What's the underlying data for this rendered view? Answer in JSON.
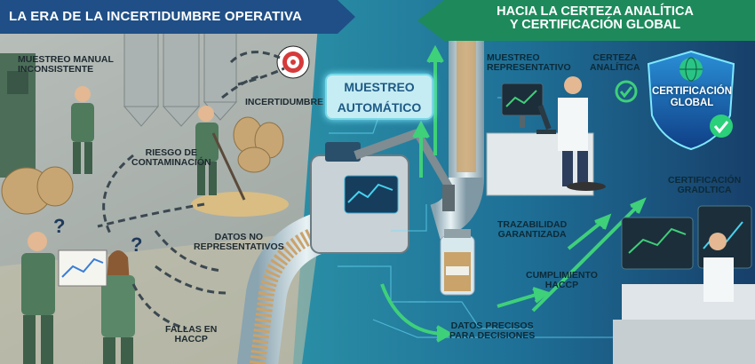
{
  "header": {
    "left_title": "LA ERA DE LA INCERTIDUMBRE OPERATIVA",
    "right_title_line1": "HACIA LA CERTEZA ANALÍTICA",
    "right_title_line2": "Y CERTIFICACIÓN GLOBAL"
  },
  "left_labels": {
    "muestreo_manual_1": "MUESTREO MANUAL",
    "muestreo_manual_2": "INCONSISTENTE",
    "incertidumbre": "INCERTIDUMBRE",
    "riesgo_1": "RIESGO DE",
    "riesgo_2": "CONTAMINACIÓN",
    "datos_no_1": "DATOS NO",
    "datos_no_2": "REPRESENTATIVOS",
    "fallas_1": "FALLAS EN",
    "fallas_2": "HACCP"
  },
  "center": {
    "auto_line1": "MUESTREO",
    "auto_line2": "AUTOMÁTICO"
  },
  "right_labels": {
    "muestreo_rep_1": "MUESTREO",
    "muestreo_rep_2": "REPRESENTATIVO",
    "certeza_1": "CERTEZA",
    "certeza_2": "ANALÍTICA",
    "cert_badge_1": "CERTIFICACIÓN",
    "cert_badge_2": "GLOBAL",
    "cert_grad_1": "CERTIFICACIÓN",
    "cert_grad_2": "GRADLTICA",
    "traz_1": "TRAZABILIDAD",
    "traz_2": "GARANTIZADA",
    "cumpl_1": "CUMPLIMIENTO",
    "cumpl_2": "HACCP",
    "datos_prec_1": "DATOS PRECISOS",
    "datos_prec_2": "PARA DECISIONES"
  },
  "colors": {
    "left_banner": "#1f4f86",
    "right_banner": "#1e8a5c",
    "accent_green": "#3fd07a",
    "accent_cyan": "#46d3f0",
    "left_bg": "#a8b0ad",
    "right_bg": "#1f6f86"
  },
  "icons": [
    "target-icon",
    "question-mark-icon",
    "checkmark-icon",
    "shield-icon",
    "globe-icon",
    "microscope-icon",
    "monitor-icon"
  ]
}
